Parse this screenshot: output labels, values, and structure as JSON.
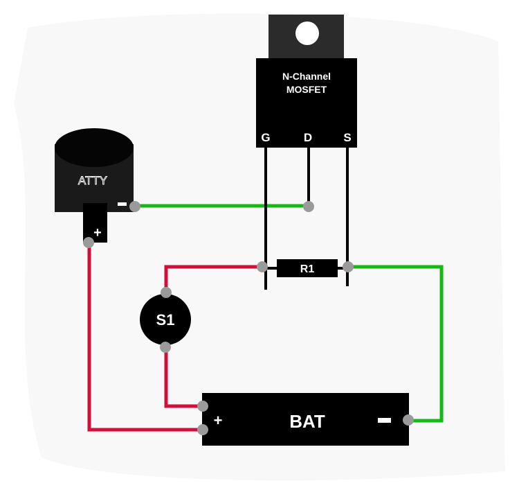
{
  "diagram": {
    "title": "",
    "colors": {
      "background": "#ffffff",
      "background_blob": "#f7f7f7",
      "component_fill": "#000000",
      "mosfet_tab": "#2b2b2b",
      "atty_body": "#1a1a1a",
      "wire_positive": "#d0103a",
      "wire_negative": "#16b816",
      "node": "#9a9a9a",
      "label_text": "#ffffff"
    },
    "components": {
      "mosfet": {
        "label_line1": "N-Channel",
        "label_line2": "MOSFET",
        "pins": [
          "G",
          "D",
          "S"
        ]
      },
      "atty": {
        "label": "ATTY",
        "minus": "-",
        "plus": "+"
      },
      "resistor": {
        "label": "R1"
      },
      "switch": {
        "label": "S1"
      },
      "battery": {
        "label": "BAT",
        "plus": "+",
        "minus": "-"
      }
    },
    "connections": [
      {
        "from": "ATTY -",
        "to": "MOSFET D",
        "color": "green"
      },
      {
        "from": "R1 right / MOSFET S",
        "to": "BAT -",
        "color": "green"
      },
      {
        "from": "ATTY +",
        "to": "BAT +",
        "color": "red"
      },
      {
        "from": "R1 left / MOSFET G",
        "to": "S1 top",
        "color": "red"
      },
      {
        "from": "S1 bottom",
        "to": "BAT +",
        "color": "red"
      }
    ]
  }
}
